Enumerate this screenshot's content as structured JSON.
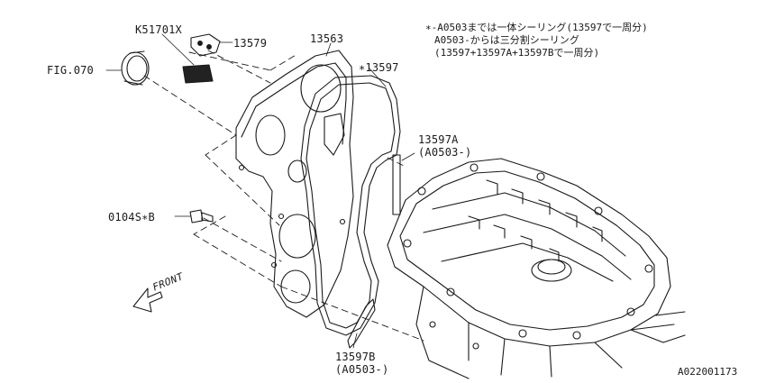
{
  "notes": [
    "∗-A0503までは一体シーリング(13597で一周分)",
    "A0503-からは三分割シーリング",
    "(13597+13597A+13597Bで一周分)"
  ],
  "labels": {
    "k51701x": "K51701X",
    "p13579": "13579",
    "fig070": "FIG.070",
    "p13563": "13563",
    "p13597": "∗13597",
    "p13597a": "13597A",
    "p13597a_range": "(A0503-)",
    "p0104s": "0104S∗B",
    "p13597b": "13597B",
    "p13597b_range": "(A0503-)",
    "front": "FRONT",
    "ref": "A022001173"
  }
}
